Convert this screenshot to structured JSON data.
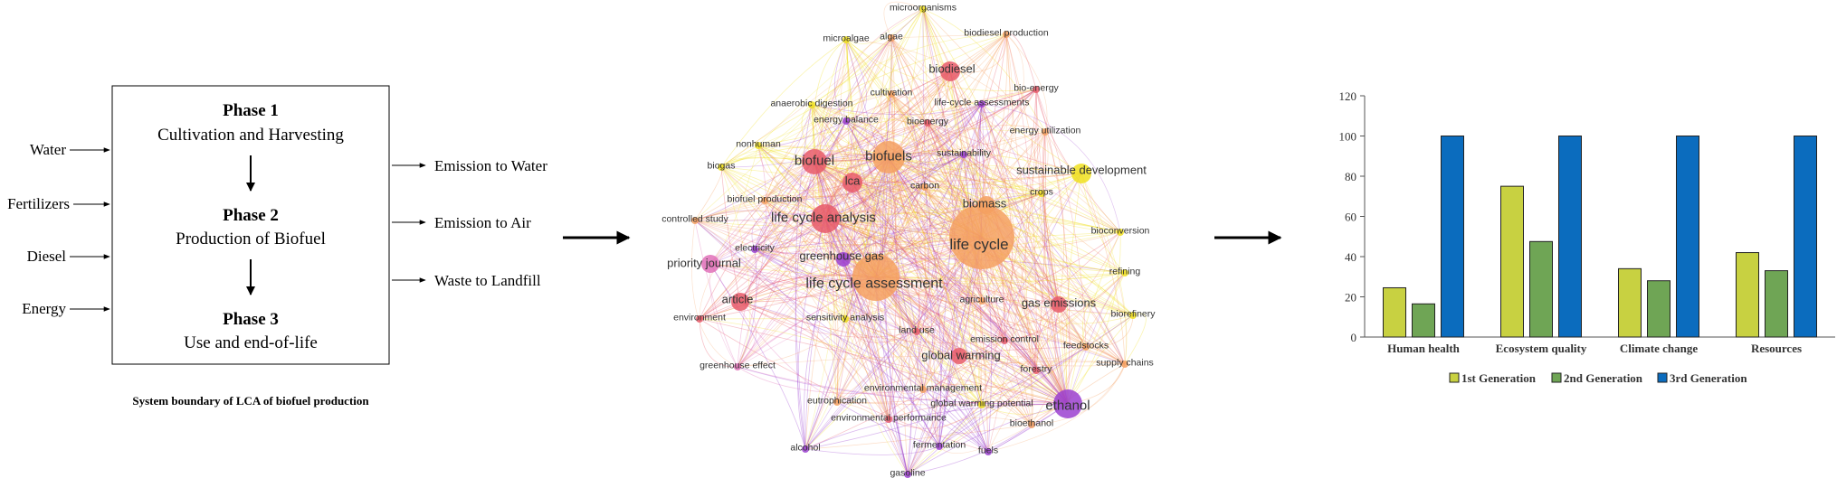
{
  "system_boundary": {
    "inputs": [
      "Water",
      "Fertilizers",
      "Diesel",
      "Energy"
    ],
    "phases": [
      {
        "name": "Phase 1",
        "desc": "Cultivation and Harvesting"
      },
      {
        "name": "Phase 2",
        "desc": "Production of Biofuel"
      },
      {
        "name": "Phase 3",
        "desc": "Use and end-of-life"
      }
    ],
    "outputs": [
      "Emission to Water",
      "Emission to Air",
      "Waste to Landfill"
    ],
    "caption": "System boundary of LCA of biofuel production"
  },
  "network": {
    "colors": [
      "#f0e020",
      "#f5a060",
      "#e85a6a",
      "#e070b8",
      "#9b40d0"
    ],
    "nodes": [
      {
        "label": "microorganisms",
        "c": 0,
        "s": 1
      },
      {
        "label": "microalgae",
        "c": 0,
        "s": 1
      },
      {
        "label": "algae",
        "c": 1,
        "s": 1
      },
      {
        "label": "biodiesel production",
        "c": 1,
        "s": 1
      },
      {
        "label": "biodiesel",
        "c": 2,
        "s": 2
      },
      {
        "label": "bio-energy",
        "c": 2,
        "s": 1
      },
      {
        "label": "cultivation",
        "c": 1,
        "s": 1
      },
      {
        "label": "anaerobic digestion",
        "c": 0,
        "s": 1
      },
      {
        "label": "life-cycle assessments",
        "c": 4,
        "s": 1
      },
      {
        "label": "energy balance",
        "c": 4,
        "s": 1
      },
      {
        "label": "bioenergy",
        "c": 2,
        "s": 1
      },
      {
        "label": "energy utilization",
        "c": 1,
        "s": 1
      },
      {
        "label": "nonhuman",
        "c": 0,
        "s": 1
      },
      {
        "label": "sustainability",
        "c": 4,
        "s": 1
      },
      {
        "label": "biofuel",
        "c": 2,
        "s": 3
      },
      {
        "label": "biofuels",
        "c": 1,
        "s": 3
      },
      {
        "label": "biogas",
        "c": 0,
        "s": 1
      },
      {
        "label": "sustainable development",
        "c": 0,
        "s": 2
      },
      {
        "label": "lca",
        "c": 2,
        "s": 2
      },
      {
        "label": "carbon",
        "c": 1,
        "s": 1
      },
      {
        "label": "crops",
        "c": 0,
        "s": 1
      },
      {
        "label": "biofuel production",
        "c": 1,
        "s": 1
      },
      {
        "label": "biomass",
        "c": 1,
        "s": 2
      },
      {
        "label": "controlled study",
        "c": 1,
        "s": 1
      },
      {
        "label": "life cycle analysis",
        "c": 2,
        "s": 3
      },
      {
        "label": "bioconversion",
        "c": 0,
        "s": 1
      },
      {
        "label": "electricity",
        "c": 4,
        "s": 1
      },
      {
        "label": "life cycle",
        "c": 1,
        "s": 5
      },
      {
        "label": "greenhouse gas",
        "c": 4,
        "s": 2
      },
      {
        "label": "priority journal",
        "c": 3,
        "s": 2
      },
      {
        "label": "refining",
        "c": 0,
        "s": 1
      },
      {
        "label": "life cycle assessment",
        "c": 1,
        "s": 4
      },
      {
        "label": "agriculture",
        "c": 1,
        "s": 1
      },
      {
        "label": "gas emissions",
        "c": 2,
        "s": 2
      },
      {
        "label": "article",
        "c": 2,
        "s": 2
      },
      {
        "label": "biorefinery",
        "c": 0,
        "s": 1
      },
      {
        "label": "sensitivity analysis",
        "c": 0,
        "s": 1
      },
      {
        "label": "environment",
        "c": 2,
        "s": 1
      },
      {
        "label": "land use",
        "c": 2,
        "s": 1
      },
      {
        "label": "emission control",
        "c": 2,
        "s": 1
      },
      {
        "label": "feedstocks",
        "c": 1,
        "s": 1
      },
      {
        "label": "global warming",
        "c": 2,
        "s": 2
      },
      {
        "label": "greenhouse effect",
        "c": 3,
        "s": 1
      },
      {
        "label": "supply chains",
        "c": 1,
        "s": 1
      },
      {
        "label": "forestry",
        "c": 2,
        "s": 1
      },
      {
        "label": "environmental management",
        "c": 1,
        "s": 1
      },
      {
        "label": "eutrophication",
        "c": 1,
        "s": 1
      },
      {
        "label": "global warming potential",
        "c": 0,
        "s": 1
      },
      {
        "label": "ethanol",
        "c": 4,
        "s": 3
      },
      {
        "label": "environmental performance",
        "c": 2,
        "s": 1
      },
      {
        "label": "bioethanol",
        "c": 1,
        "s": 1
      },
      {
        "label": "fermentation",
        "c": 4,
        "s": 1
      },
      {
        "label": "alcohol",
        "c": 4,
        "s": 1
      },
      {
        "label": "fuels",
        "c": 4,
        "s": 1
      },
      {
        "label": "gasoline",
        "c": 4,
        "s": 1
      }
    ]
  },
  "chart_data": {
    "type": "bar",
    "categories": [
      "Human health",
      "Ecosystem quality",
      "Climate change",
      "Resources"
    ],
    "series": [
      {
        "name": "1st Generation",
        "color": "#c8d141",
        "values": [
          24.5,
          75,
          34,
          42
        ]
      },
      {
        "name": "2nd Generation",
        "color": "#6fa555",
        "values": [
          16.5,
          47.5,
          28,
          33
        ]
      },
      {
        "name": "3rd Generation",
        "color": "#0b6cbe",
        "values": [
          100,
          100,
          100,
          100
        ]
      }
    ],
    "ylim": [
      0,
      120
    ],
    "yticks": [
      0,
      20,
      40,
      60,
      80,
      100,
      120
    ],
    "legend_position": "bottom",
    "grid": false
  }
}
